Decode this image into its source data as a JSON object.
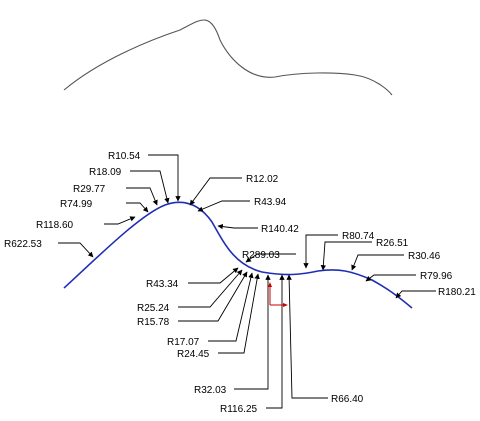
{
  "colors": {
    "background": "#ffffff",
    "top_curve": "#555555",
    "main_curve": "#1f2fb4",
    "leader": "#000000",
    "origin_marker": "#cc0000"
  },
  "radii_labels": [
    {
      "id": "r622_53",
      "text": "R622.53"
    },
    {
      "id": "r118_60",
      "text": "R118.60"
    },
    {
      "id": "r74_99",
      "text": "R74.99"
    },
    {
      "id": "r29_77",
      "text": "R29.77"
    },
    {
      "id": "r18_09",
      "text": "R18.09"
    },
    {
      "id": "r10_54",
      "text": "R10.54"
    },
    {
      "id": "r12_02",
      "text": "R12.02"
    },
    {
      "id": "r43_94",
      "text": "R43.94"
    },
    {
      "id": "r140_42",
      "text": "R140.42"
    },
    {
      "id": "r289_03",
      "text": "R289.03"
    },
    {
      "id": "r80_74",
      "text": "R80.74"
    },
    {
      "id": "r26_51",
      "text": "R26.51"
    },
    {
      "id": "r30_46",
      "text": "R30.46"
    },
    {
      "id": "r79_96",
      "text": "R79.96"
    },
    {
      "id": "r180_21",
      "text": "R180.21"
    },
    {
      "id": "r43_34",
      "text": "R43.34"
    },
    {
      "id": "r25_24",
      "text": "R25.24"
    },
    {
      "id": "r15_78",
      "text": "R15.78"
    },
    {
      "id": "r17_07",
      "text": "R17.07"
    },
    {
      "id": "r24_45",
      "text": "R24.45"
    },
    {
      "id": "r32_03",
      "text": "R32.03"
    },
    {
      "id": "r116_25",
      "text": "R116.25"
    },
    {
      "id": "r66_40",
      "text": "R66.40"
    }
  ]
}
